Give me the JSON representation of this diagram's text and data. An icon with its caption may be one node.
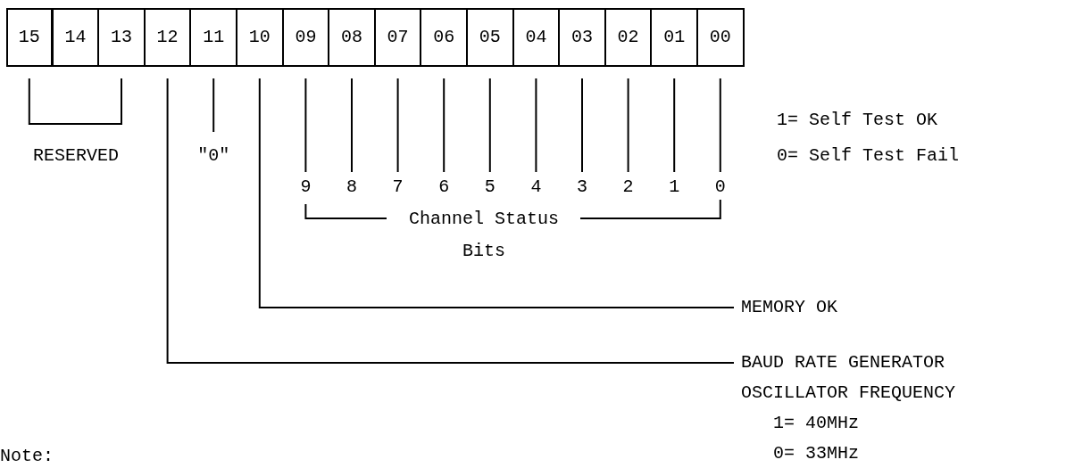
{
  "diagram": {
    "nodes": [
      {
        "text": [
          "15"
        ]
      },
      {
        "text": [
          "14"
        ]
      },
      {
        "text": [
          "13"
        ]
      },
      {
        "text": [
          "12"
        ]
      },
      {
        "text": [
          "11"
        ]
      },
      {
        "text": [
          "10"
        ]
      },
      {
        "text": [
          "09"
        ]
      },
      {
        "text": [
          "08"
        ]
      },
      {
        "text": [
          "07"
        ]
      },
      {
        "text": [
          "06"
        ]
      },
      {
        "text": [
          "05"
        ]
      },
      {
        "text": [
          "04"
        ]
      },
      {
        "text": [
          "03"
        ]
      },
      {
        "text": [
          "02"
        ]
      },
      {
        "text": [
          "01"
        ]
      },
      {
        "text": [
          "00"
        ]
      },
      {
        "text": [
          "\"0\""
        ]
      },
      {
        "text": [
          "9"
        ]
      },
      {
        "text": [
          "8"
        ]
      },
      {
        "text": [
          "7"
        ]
      },
      {
        "text": [
          "6"
        ]
      },
      {
        "text": [
          "5"
        ]
      },
      {
        "text": [
          "4"
        ]
      },
      {
        "text": [
          "3"
        ]
      },
      {
        "text": [
          "2"
        ]
      },
      {
        "text": [
          "1"
        ]
      },
      {
        "text": [
          "0"
        ]
      },
      {
        "text": [
          "MEMORY OK"
        ]
      },
      {
        "text": [
          "BAUD RATE GENERATOR OSCILLATOR FREQUENCY",
          "1= 40MHz",
          "0= 33MHz"
        ]
      }
    ],
    "edges": [
      {
        "from": 4,
        "to": 16,
        "arrow": "none"
      },
      {
        "from": 6,
        "to": 17,
        "arrow": "none"
      },
      {
        "from": 7,
        "to": 18,
        "arrow": "none"
      },
      {
        "from": 8,
        "to": 19,
        "arrow": "none"
      },
      {
        "from": 9,
        "to": 20,
        "arrow": "none"
      },
      {
        "from": 10,
        "to": 21,
        "arrow": "none"
      },
      {
        "from": 11,
        "to": 22,
        "arrow": "none"
      },
      {
        "from": 12,
        "to": 23,
        "arrow": "none"
      },
      {
        "from": 13,
        "to": 24,
        "arrow": "none"
      },
      {
        "from": 14,
        "to": 25,
        "arrow": "none"
      },
      {
        "from": 15,
        "to": 26,
        "arrow": "none"
      },
      {
        "from": 5,
        "to": 27,
        "arrow": "none"
      },
      {
        "from": 3,
        "to": 28,
        "arrow": "none"
      }
    ],
    "labels": [
      "1= Self Test OK",
      "RESERVED",
      "0= Self Test Fail",
      "Channel Status Bits",
      "Note:"
    ]
  }
}
